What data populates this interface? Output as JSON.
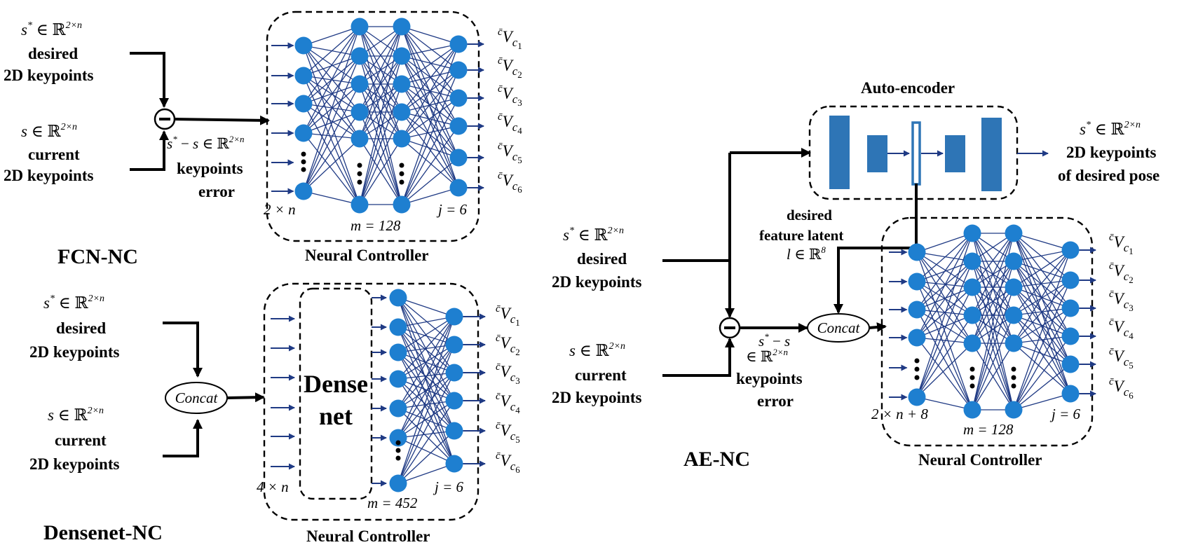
{
  "fcn": {
    "title": "FCN-NC",
    "desired_math": "s* ∈ ℝ^{2×n}",
    "desired_l1": "desired",
    "desired_l2": "2D keypoints",
    "current_math": "s ∈ ℝ^{2×n}",
    "current_l1": "current",
    "current_l2": "2D keypoints",
    "error_math": "s* − s ∈ ℝ^{2×n}",
    "error_l1": "keypoints",
    "error_l2": "error",
    "input_label": "2 × n",
    "hidden_label": "m = 128",
    "output_label": "j = 6",
    "caption": "Neural Controller"
  },
  "dense": {
    "title": "Densenet-NC",
    "desired_math": "s* ∈ ℝ^{2×n}",
    "desired_l1": "desired",
    "desired_l2": "2D keypoints",
    "current_math": "s ∈ ℝ^{2×n}",
    "current_l1": "current",
    "current_l2": "2D keypoints",
    "concat": "Concat",
    "dense_l1": "Dense",
    "dense_l2": "net",
    "input_label": "4 × n",
    "hidden_label": "m = 452",
    "output_label": "j = 6",
    "caption": "Neural Controller"
  },
  "ae": {
    "title": "AE-NC",
    "ae_title": "Auto-encoder",
    "ae_out_math": "s* ∈ ℝ^{2×n}",
    "ae_out_l1": "2D keypoints",
    "ae_out_l2": "of desired pose",
    "latent_l1": "desired",
    "latent_l2": "feature latent",
    "latent_math": "l ∈ ℝ^8",
    "desired_math": "s* ∈ ℝ^{2×n}",
    "desired_l1": "desired",
    "desired_l2": "2D keypoints",
    "current_math": "s ∈ ℝ^{2×n}",
    "current_l1": "current",
    "current_l2": "2D keypoints",
    "error_math1": "s* − s",
    "error_math2": "∈ ℝ^{2×n}",
    "error_l1": "keypoints",
    "error_l2": "error",
    "concat": "Concat",
    "input_label": "2 × n + 8",
    "hidden_label": "m = 128",
    "output_label": "j = 6",
    "caption": "Neural Controller"
  },
  "outputs": [
    "c̄V_c1",
    "c̄V_c2",
    "c̄V_c3",
    "c̄V_c4",
    "c̄V_c5",
    "c̄V_c6"
  ],
  "colors": {
    "node": "#1e7fd0",
    "edge": "#1f3a84",
    "ae_block": "#2e75b6"
  }
}
